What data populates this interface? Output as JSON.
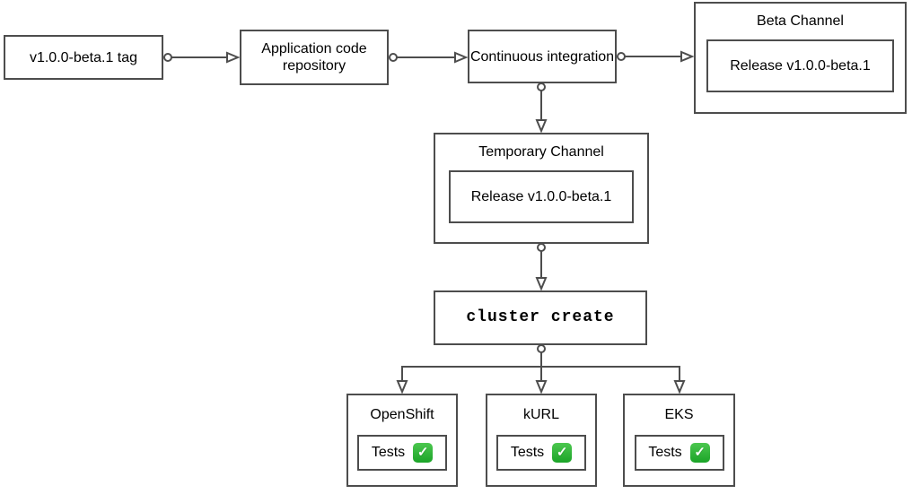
{
  "diagram": {
    "nodes": {
      "tag": {
        "label": "v1.0.0-beta.1 tag"
      },
      "app_repo": {
        "label": "Application code repository"
      },
      "ci": {
        "label": "Continuous integration"
      },
      "beta_channel": {
        "title": "Beta Channel",
        "release": "Release v1.0.0-beta.1"
      },
      "temp_channel": {
        "title": "Temporary Channel",
        "release": "Release v1.0.0-beta.1"
      },
      "cluster_create": {
        "label": "cluster create"
      },
      "openshift": {
        "title": "OpenShift",
        "tests_label": "Tests",
        "status_icon": "check-mark-button"
      },
      "kurl": {
        "title": "kURL",
        "tests_label": "Tests",
        "status_icon": "check-mark-button"
      },
      "eks": {
        "title": "EKS",
        "tests_label": "Tests",
        "status_icon": "check-mark-button"
      }
    },
    "edges": [
      {
        "from": "tag",
        "to": "app_repo"
      },
      {
        "from": "app_repo",
        "to": "ci"
      },
      {
        "from": "ci",
        "to": "beta_channel"
      },
      {
        "from": "ci",
        "to": "temp_channel"
      },
      {
        "from": "temp_channel",
        "to": "cluster_create"
      },
      {
        "from": "cluster_create",
        "to": "openshift"
      },
      {
        "from": "cluster_create",
        "to": "kurl"
      },
      {
        "from": "cluster_create",
        "to": "eks"
      }
    ],
    "icons": {
      "check_glyph": "✓"
    },
    "colors": {
      "border": "#4d4d4d",
      "edge": "#4d4d4d",
      "text": "#000000",
      "background": "#ffffff",
      "check_green": "#1ba428"
    }
  }
}
